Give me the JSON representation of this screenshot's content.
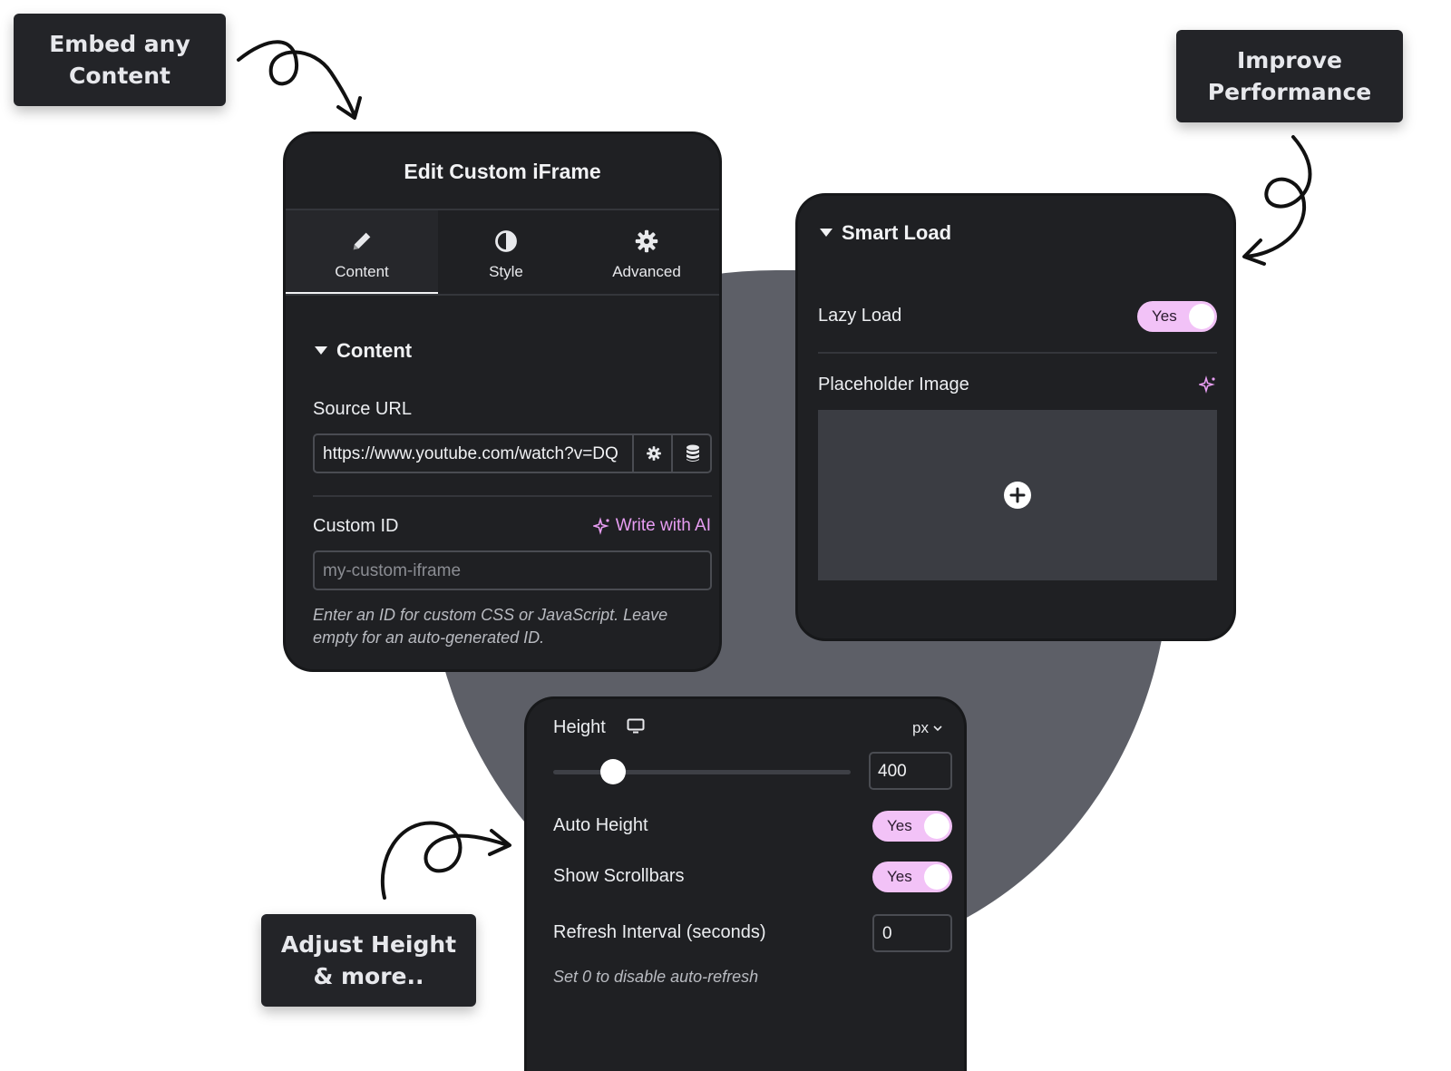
{
  "callouts": {
    "embed": [
      "Embed any",
      "Content"
    ],
    "performance": [
      "Improve",
      "Performance"
    ],
    "height": [
      "Adjust Height",
      "& more.."
    ]
  },
  "edit_panel": {
    "title": "Edit Custom iFrame",
    "tabs": [
      {
        "label": "Content",
        "icon": "pencil-icon",
        "active": true
      },
      {
        "label": "Style",
        "icon": "half-circle-icon",
        "active": false
      },
      {
        "label": "Advanced",
        "icon": "gear-icon",
        "active": false
      }
    ],
    "section_title": "Content",
    "source_url": {
      "label": "Source URL",
      "value": "https://www.youtube.com/watch?v=DQ"
    },
    "custom_id": {
      "label": "Custom ID",
      "ai_link": "Write with AI",
      "placeholder": "my-custom-iframe",
      "hint": "Enter an ID for custom CSS or JavaScript. Leave empty for an auto-generated ID."
    }
  },
  "smart_load": {
    "title": "Smart Load",
    "lazy_load": {
      "label": "Lazy Load",
      "toggle": "Yes"
    },
    "placeholder_image": {
      "label": "Placeholder Image"
    }
  },
  "height_panel": {
    "height": {
      "label": "Height",
      "unit": "px",
      "value": "400",
      "slider_fraction": 0.2
    },
    "auto_height": {
      "label": "Auto Height",
      "toggle": "Yes"
    },
    "show_scrollbars": {
      "label": "Show Scrollbars",
      "toggle": "Yes"
    },
    "refresh": {
      "label": "Refresh Interval (seconds)",
      "value": "0",
      "hint": "Set 0 to disable auto-refresh"
    }
  },
  "colors": {
    "accent": "#f2c2f7",
    "ai_link": "#e79df2",
    "panel": "#1f2023",
    "backdrop": "#5d5f67"
  }
}
